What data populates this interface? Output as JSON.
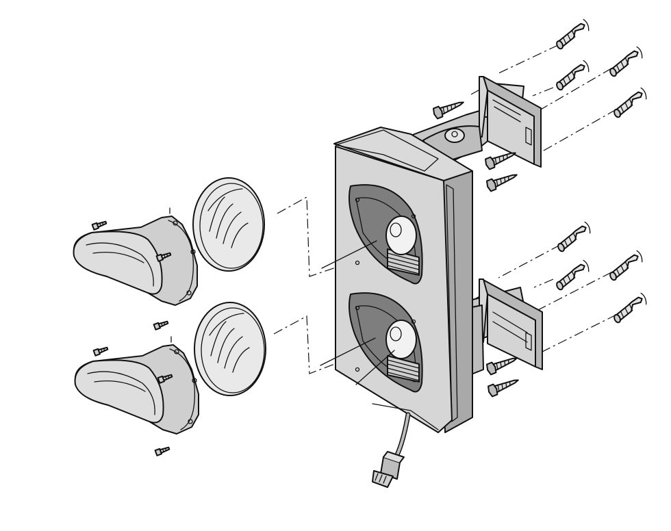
{
  "diagram": {
    "kind": "exploded-assembly",
    "colors": {
      "outline": "#111111",
      "fill_light": "#e6e6e6",
      "fill_mid": "#cdcdcd",
      "fill_dark": "#a9a9a9",
      "background": "#ffffff"
    },
    "parts": [
      {
        "id": "signal-housing",
        "count": 1
      },
      {
        "id": "lamp-bulb",
        "count": 2
      },
      {
        "id": "lens",
        "count": 2
      },
      {
        "id": "visor-hood",
        "count": 2
      },
      {
        "id": "hood-screw",
        "count": 6
      },
      {
        "id": "wall-bracket",
        "count": 2
      },
      {
        "id": "wall-anchor-plug",
        "count": 8
      },
      {
        "id": "lag-screw",
        "count": 5
      },
      {
        "id": "power-cable",
        "count": 1
      },
      {
        "id": "cable-connector",
        "count": 1
      }
    ]
  }
}
